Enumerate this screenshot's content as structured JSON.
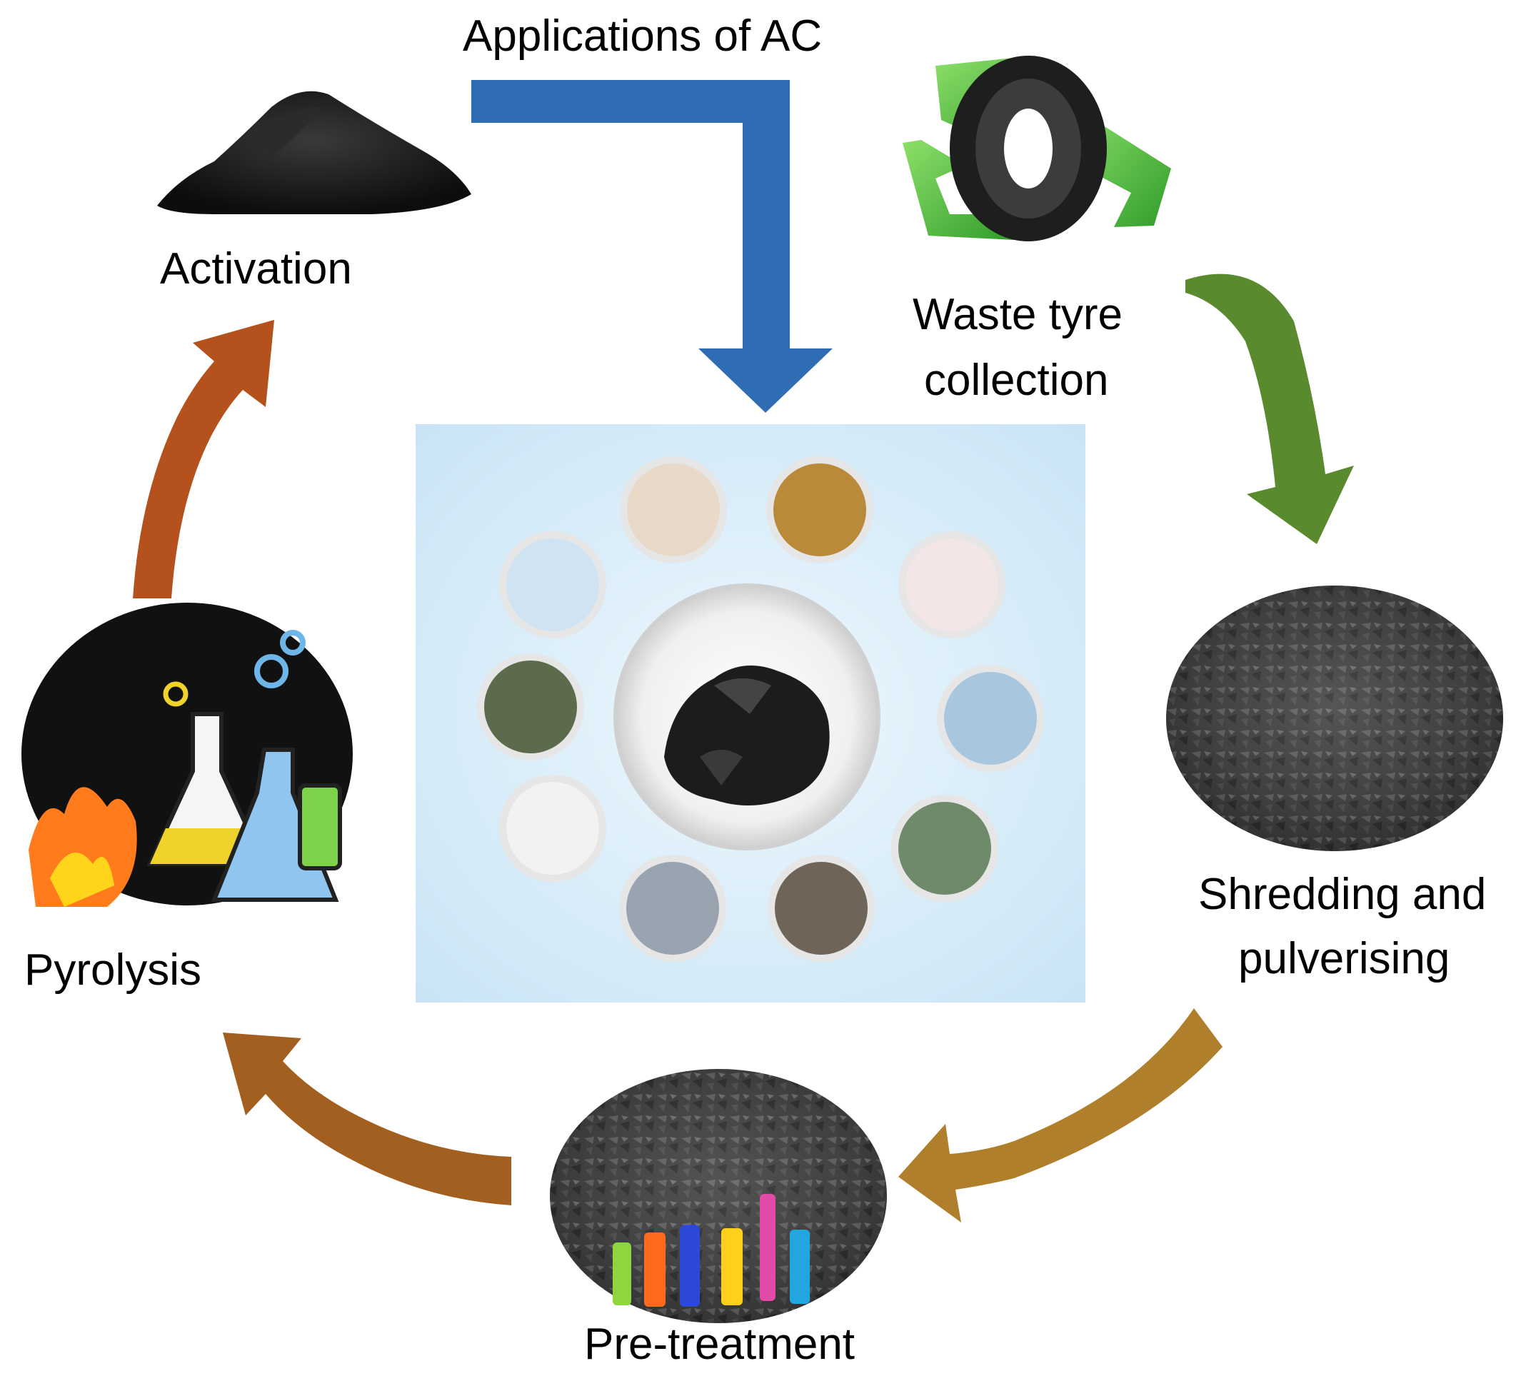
{
  "labels": {
    "applications": "Applications of AC",
    "activation": "Activation",
    "waste_tyre": [
      "Waste tyre",
      "collection"
    ],
    "shredding": [
      "Shredding and",
      "pulverising"
    ],
    "pretreatment": "Pre-treatment",
    "pyrolysis": "Pyrolysis"
  },
  "icons": {
    "activation": "carbon-powder-pile-icon",
    "waste_tyre": "recycle-tyre-icon",
    "shredding": "shredded-rubber-icon",
    "pretreatment": "pretreatment-granules-icon",
    "pyrolysis": "pyrolysis-flask-fire-icon",
    "center": "activated-carbon-icon"
  },
  "colors": {
    "applications_arrow": "#2e6db4",
    "waste_to_shred_arrow": "#5a8a2e",
    "shred_to_pretreat_arrow": "#b07f2c",
    "pretreat_to_pyrolysis_arrow": "#a35f1f",
    "pyrolysis_to_activation_arrow": "#b4511c"
  }
}
